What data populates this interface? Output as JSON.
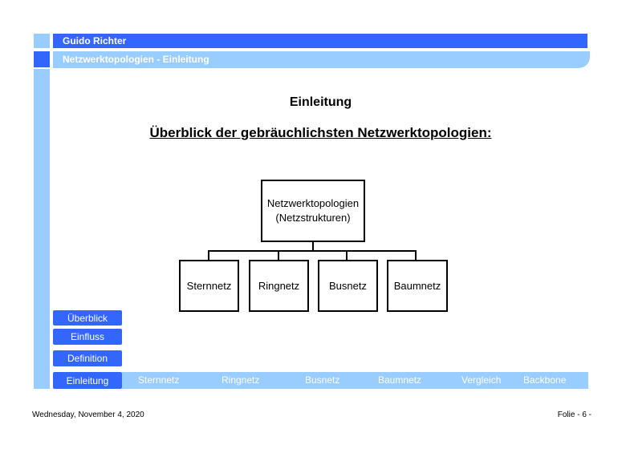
{
  "header": {
    "author": "Guido Richter",
    "breadcrumb": "Netzwerktopologien - Einleitung"
  },
  "title": "Einleitung",
  "subtitle": "Überblick der gebräuchlichsten Netzwerktopologien:",
  "diagram": {
    "root": {
      "line1": "Netzwerktopologien",
      "line2": "(Netzstrukturen)"
    },
    "children": [
      "Sternnetz",
      "Ringnetz",
      "Busnetz",
      "Baumnetz"
    ]
  },
  "nav_buttons": [
    "Überblick",
    "Einfluss",
    "Definition",
    "Einleitung"
  ],
  "bottom_links": [
    "Sternnetz",
    "Ringnetz",
    "Busnetz",
    "Baumnetz",
    "Vergleich",
    "Backbone"
  ],
  "footer": {
    "date": "Wednesday, November 4, 2020",
    "page": "Folie - 6 -"
  },
  "colors": {
    "accent_dark": "#3366FF",
    "accent_light": "#99CCFF"
  }
}
